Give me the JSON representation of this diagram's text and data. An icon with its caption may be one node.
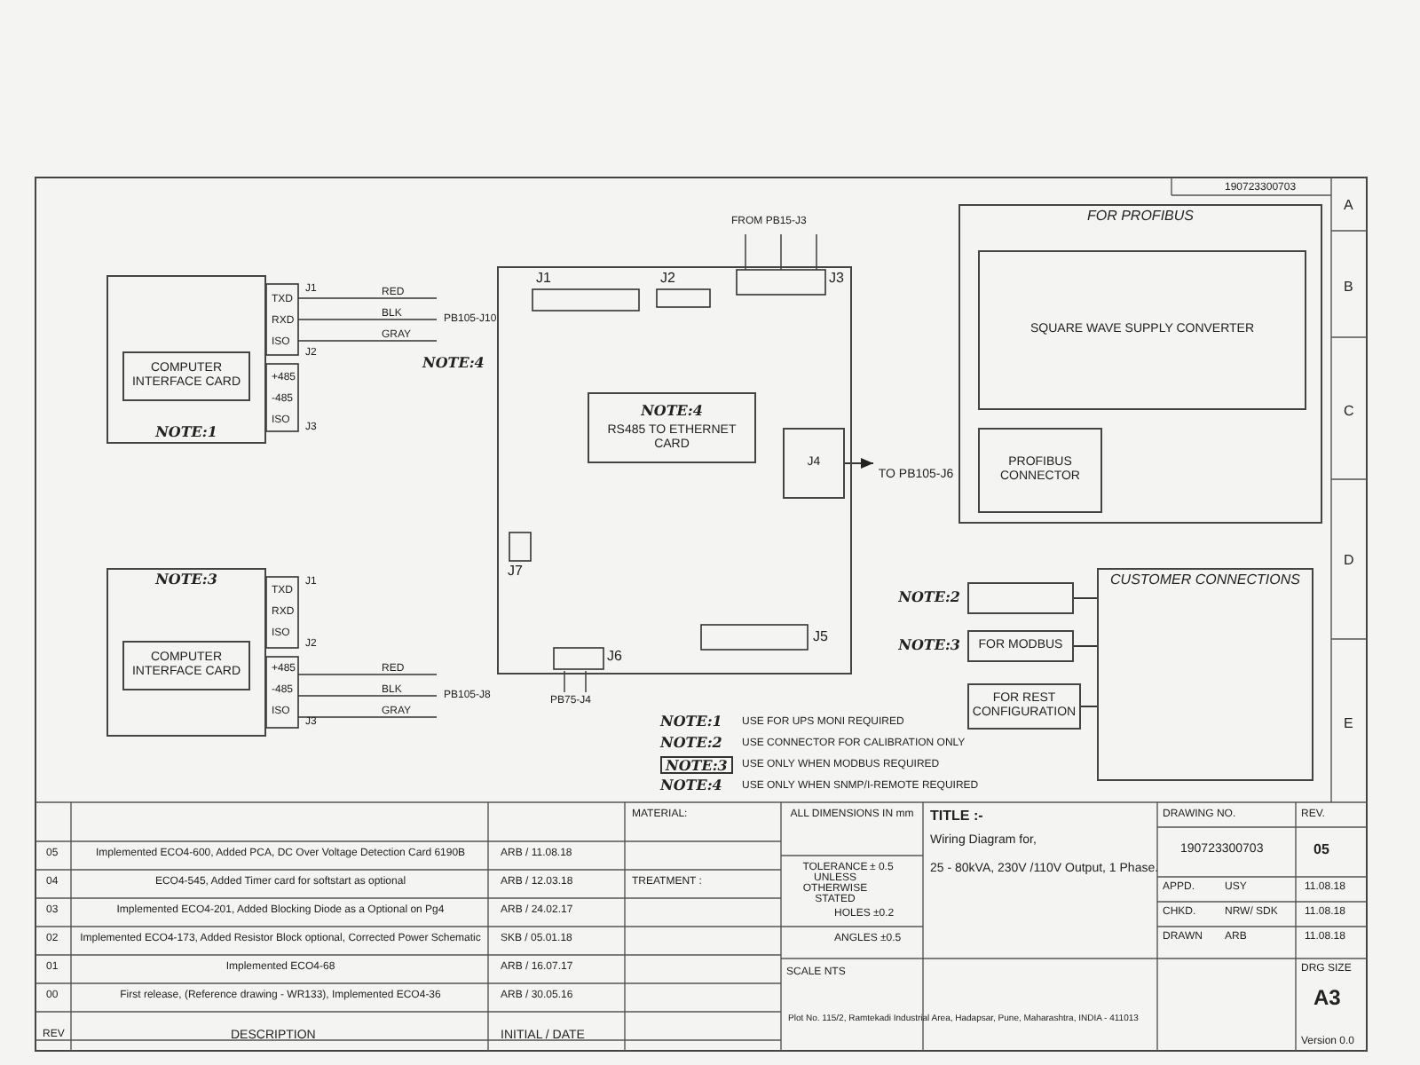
{
  "diagram": {
    "nodes": [
      {
        "text": [
          "NOTE:1"
        ]
      },
      {
        "text": [
          "COMPUTER INTERFACE CARD"
        ],
        "in": 0
      },
      {
        "text": [
          "NOTE:3"
        ]
      },
      {
        "text": [
          "COMPUTER INTERFACE CARD"
        ],
        "in": 2
      },
      {
        "text": [],
        "shape": "box"
      },
      {
        "text": [
          "NOTE:4",
          "RS485 TO ETHERNET CARD"
        ],
        "in": 4
      },
      {
        "text": [
          "J4"
        ],
        "in": 4
      },
      {
        "text": [
          "TO PB105-J6"
        ]
      },
      {
        "text": [
          "FOR PROFIBUS"
        ]
      },
      {
        "text": [
          "SQUARE WAVE SUPPLY CONVERTER"
        ],
        "in": 8
      },
      {
        "text": [
          "PROFIBUS CONNECTOR"
        ],
        "in": 8
      },
      {
        "text": [
          "CUSTOMER CONNECTIONS"
        ]
      },
      {
        "text": [],
        "shape": "box",
        "beside": [
          "NOTE:2"
        ]
      },
      {
        "text": [
          "FOR MODBUS"
        ],
        "beside": [
          "NOTE:3"
        ]
      },
      {
        "text": [
          "FOR REST CONFIGURATION"
        ]
      }
    ],
    "edges": [
      {
        "from": 6,
        "to": 7,
        "arrow": "to"
      },
      {
        "from": 12,
        "to": 11,
        "arrow": "none"
      },
      {
        "from": 13,
        "to": 11,
        "arrow": "none"
      },
      {
        "from": 14,
        "to": 11,
        "arrow": "none"
      }
    ],
    "labels": [
      "J1",
      "TXD",
      "RXD",
      "ISO",
      "J2",
      "RED",
      "BLK",
      "GRAY",
      "PB105-J10",
      "NOTE:4",
      "+485",
      "-485",
      "ISO",
      "J3",
      "J1",
      "TXD",
      "RXD",
      "ISO",
      "J2",
      "+485",
      "-485",
      "ISO",
      "J3",
      "RED",
      "BLK",
      "GRAY",
      "PB105-J8",
      "FROM PB15-J3",
      "J1",
      "J2",
      "J3",
      "J5",
      "J6",
      "J7",
      "PB75-J4",
      "NOTE:1",
      "USE FOR UPS MONI REQUIRED",
      "NOTE:2",
      "USE CONNECTOR FOR CALIBRATION ONLY",
      "NOTE:3",
      "USE ONLY WHEN MODBUS REQUIRED",
      "NOTE:4",
      "USE ONLY WHEN SNMP/I-REMOTE REQUIRED",
      "190723300703",
      "05",
      "Implemented ECO4-600, Added PCA, DC Over Voltage Detection Card 6190B",
      "ARB / 11.08.18",
      "04",
      "ECO4-545, Added Timer card for softstart as optional",
      "ARB / 12.03.18",
      "03",
      "Implemented ECO4-201, Added Blocking Diode as a Optional on Pg4",
      "ARB / 24.02.17",
      "02",
      "Implemented ECO4-173, Added Resistor Block optional, Corrected Power Schematic",
      "SKB / 05.01.18",
      "01",
      "Implemented ECO4-68",
      "ARB / 16.07.17",
      "00",
      "First release, (Reference drawing - WR133), Implemented ECO4-36",
      "ARB / 30.05.16",
      "REV",
      "DESCRIPTION",
      "INITIAL / DATE",
      "MATERIAL:",
      "TREATMENT :",
      "ALL DIMENSIONS IN mm",
      "TOLERANCE UNLESS OTHERWISE STATED",
      "± 0.5",
      "HOLES ±0.2",
      "ANGLES ±0.5",
      "SCALE NTS",
      "TITLE :-",
      "Wiring Diagram for,",
      "25 - 80kVA, 230V /110V Output, 1 Phase.",
      "Plot No. 115/2, Ramtekadi Industrial Area, Hadapsar, Pune, Maharashtra, INDIA - 411013",
      "DRAWING NO.",
      "REV.",
      "190723300703",
      "05",
      "APPD.",
      "USY",
      "11.08.18",
      "CHKD.",
      "NRW/ SDK",
      "11.08.18",
      "DRAWN",
      "ARB",
      "11.08.18",
      "DRG SIZE",
      "A3",
      "Version 0.0",
      "A",
      "B",
      "C",
      "D",
      "E"
    ]
  }
}
